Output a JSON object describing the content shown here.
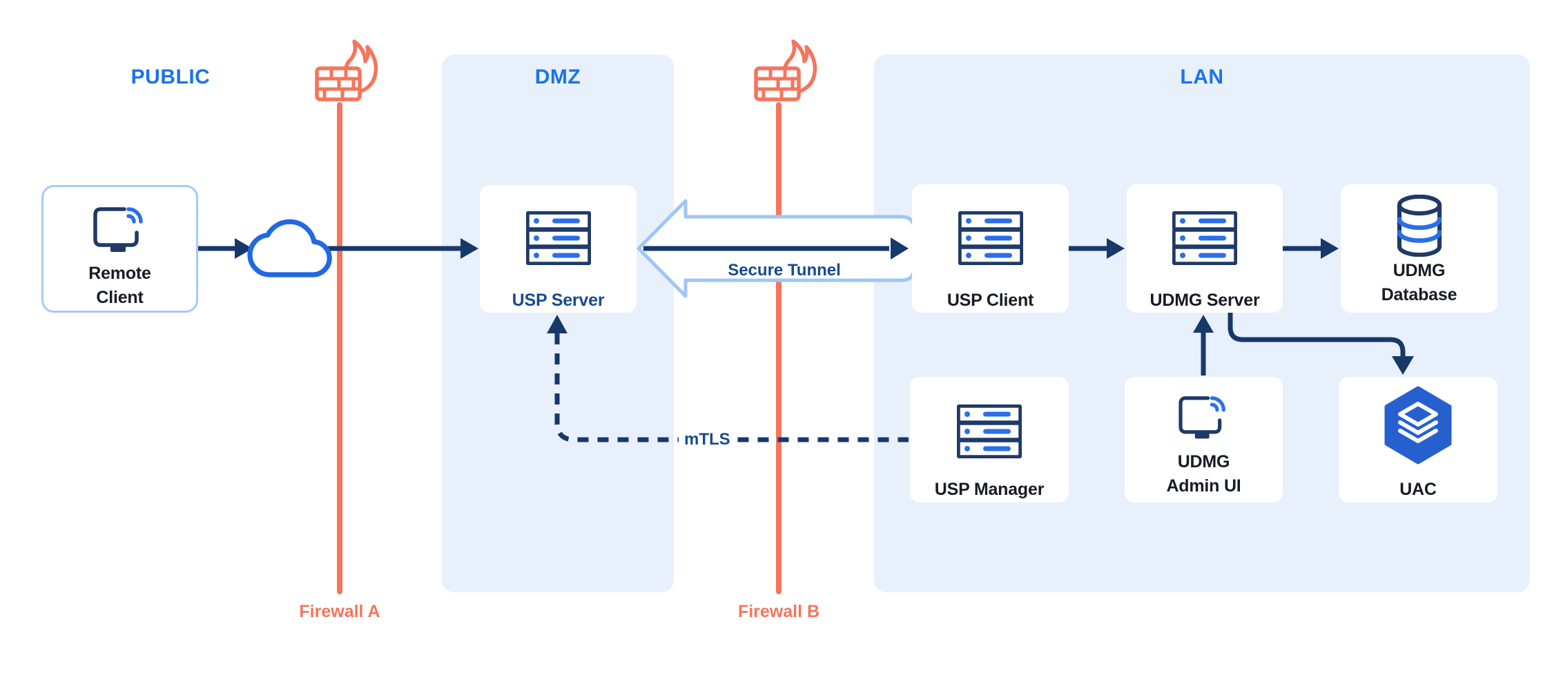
{
  "zones": {
    "public": {
      "label": "PUBLIC"
    },
    "dmz": {
      "label": "DMZ"
    },
    "lan": {
      "label": "LAN"
    }
  },
  "nodes": {
    "remote_client": {
      "line1": "Remote",
      "line2": "Client",
      "icon": "monitor-signal-icon"
    },
    "usp_server": {
      "label": "USP Server",
      "icon": "server-rack-icon"
    },
    "usp_client": {
      "label": "USP Client",
      "icon": "server-rack-icon"
    },
    "udmg_server": {
      "label": "UDMG Server",
      "icon": "server-rack-icon"
    },
    "udmg_database": {
      "line1": "UDMG",
      "line2": "Database",
      "icon": "database-cylinder-icon"
    },
    "usp_manager": {
      "label": "USP Manager",
      "icon": "server-rack-icon"
    },
    "udmg_admin_ui": {
      "line1": "UDMG",
      "line2": "Admin UI",
      "icon": "monitor-signal-icon"
    },
    "uac": {
      "label": "UAC",
      "icon": "layers-hexagon-icon"
    }
  },
  "firewalls": {
    "a": {
      "label": "Firewall A"
    },
    "b": {
      "label": "Firewall B"
    }
  },
  "connections": {
    "secure_tunnel_label": "Secure Tunnel",
    "mtls_label": "mTLS"
  },
  "colors": {
    "accent_blue": "#1A73E8",
    "icon_accent_blue": "#2A6FE8",
    "navy_arrow": "#17386B",
    "navy_icon_outline": "#1F3A66",
    "navy_text": "#164B8F",
    "text_dark": "#181B24",
    "coral": "#F4755C",
    "zone_bg": "#E8F0FB",
    "tunnel_outline": "#9EC5F8",
    "uac_blue": "#2560CE",
    "node_bg": "#FFFFFF",
    "remote_client_border": "#A9C9F8"
  }
}
